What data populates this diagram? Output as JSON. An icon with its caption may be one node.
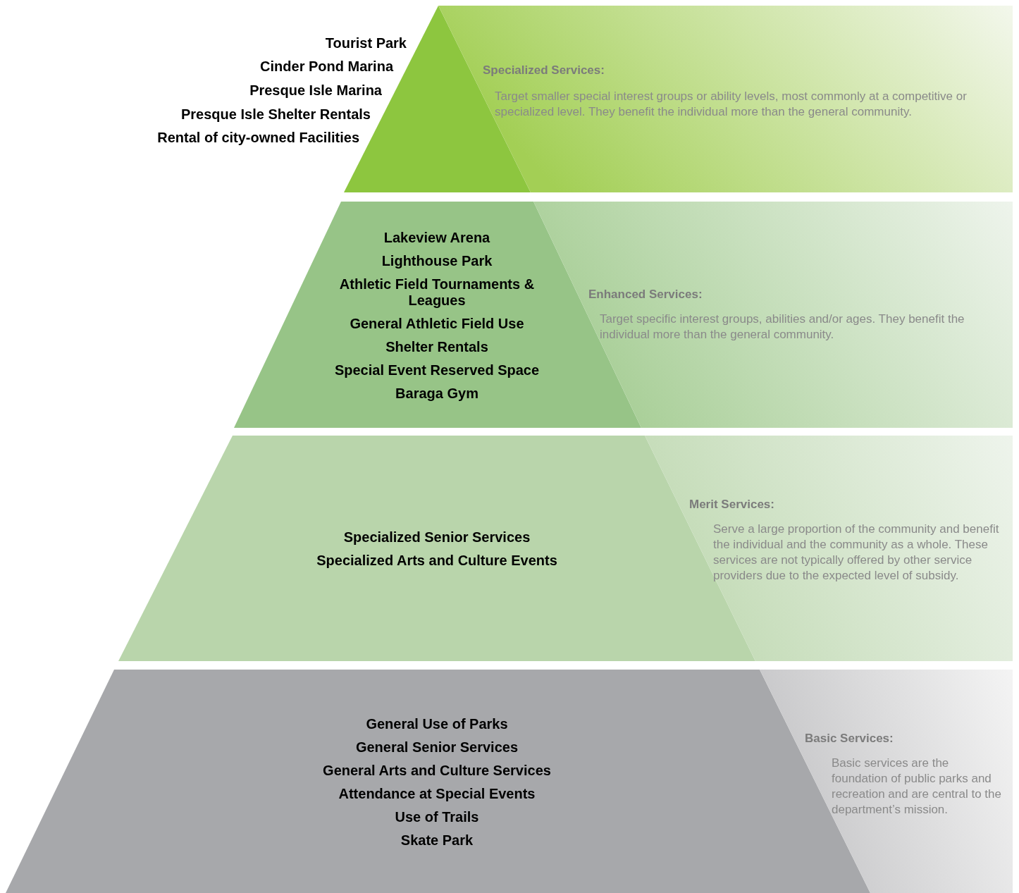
{
  "diagram": {
    "nodes": [
      {
        "text": [],
        "shape": "triangle",
        "beside": [
          "Tourist Park",
          "Cinder Pond Marina",
          "Presque Isle Marina",
          "Presque Isle Shelter Rentals",
          "Rental of city-owned Facilities"
        ]
      },
      {
        "text": [
          "Specialized Services:",
          "Target smaller special interest groups or ability levels, most commonly at a competitive or specialized level. They benefit the individual more than the general community."
        ]
      },
      {
        "text": [
          "Lakeview Arena",
          "Lighthouse Park",
          "Athletic Field Tournaments & Leagues",
          "General Athletic Field Use",
          "Shelter Rentals",
          "Special Event Reserved Space",
          "Baraga Gym"
        ]
      },
      {
        "text": [
          "Enhanced Services:",
          "Target specific interest groups, abilities and/or ages. They benefit the individual more than the general community."
        ]
      },
      {
        "text": [
          "Specialized Senior Services",
          "Specialized Arts and Culture Events"
        ]
      },
      {
        "text": [
          "Merit Services:",
          "Serve a large proportion of the community and benefit the individual and the community as a whole. These services are not typically offered by other service providers due to the expected level of subsidy."
        ]
      },
      {
        "text": [
          "General Use of Parks",
          "General Senior Services",
          "General Arts and Culture Services",
          "Attendance at Special Events",
          "Use of Trails",
          "Skate Park"
        ]
      },
      {
        "text": [
          "Basic Services:",
          "Basic services are the foundation of public parks and recreation and are central to the department’s mission."
        ]
      }
    ]
  }
}
